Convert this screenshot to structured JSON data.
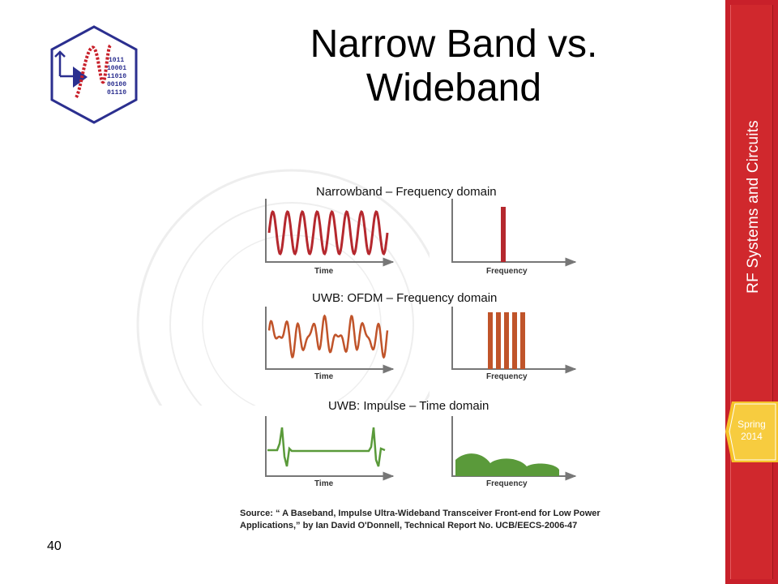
{
  "slide": {
    "title_line1": "Narrow Band vs.",
    "title_line2": "Wideband",
    "page_number": "40"
  },
  "sidebar": {
    "course": "RF Systems and Circuits",
    "term_line1": "Spring",
    "term_line2": "2014"
  },
  "logo": {
    "bits": [
      "1011",
      "10001",
      "11010",
      "00100",
      "01110"
    ]
  },
  "figure": {
    "panels": [
      {
        "title": "Narrowband – Frequency domain",
        "left_axis": "Time",
        "right_axis": "Frequency"
      },
      {
        "title": "UWB: OFDM – Frequency domain",
        "left_axis": "Time",
        "right_axis": "Frequency"
      },
      {
        "title": "UWB: Impulse – Time domain",
        "left_axis": "Time",
        "right_axis": "Frequency"
      }
    ],
    "source_line1": "Source: “ A Baseband, Impulse Ultra-Wideband Transceiver Front-end for Low Power",
    "source_line2": "Applications,” by Ian David O'Donnell, Technical Report No. UCB/EECS-2006-47"
  },
  "colors": {
    "sidebar": "#c8202a",
    "badge": "#f6c42a",
    "narrowband": "#b5282e",
    "ofdm": "#c0542a",
    "impulse": "#5a9a3a"
  }
}
